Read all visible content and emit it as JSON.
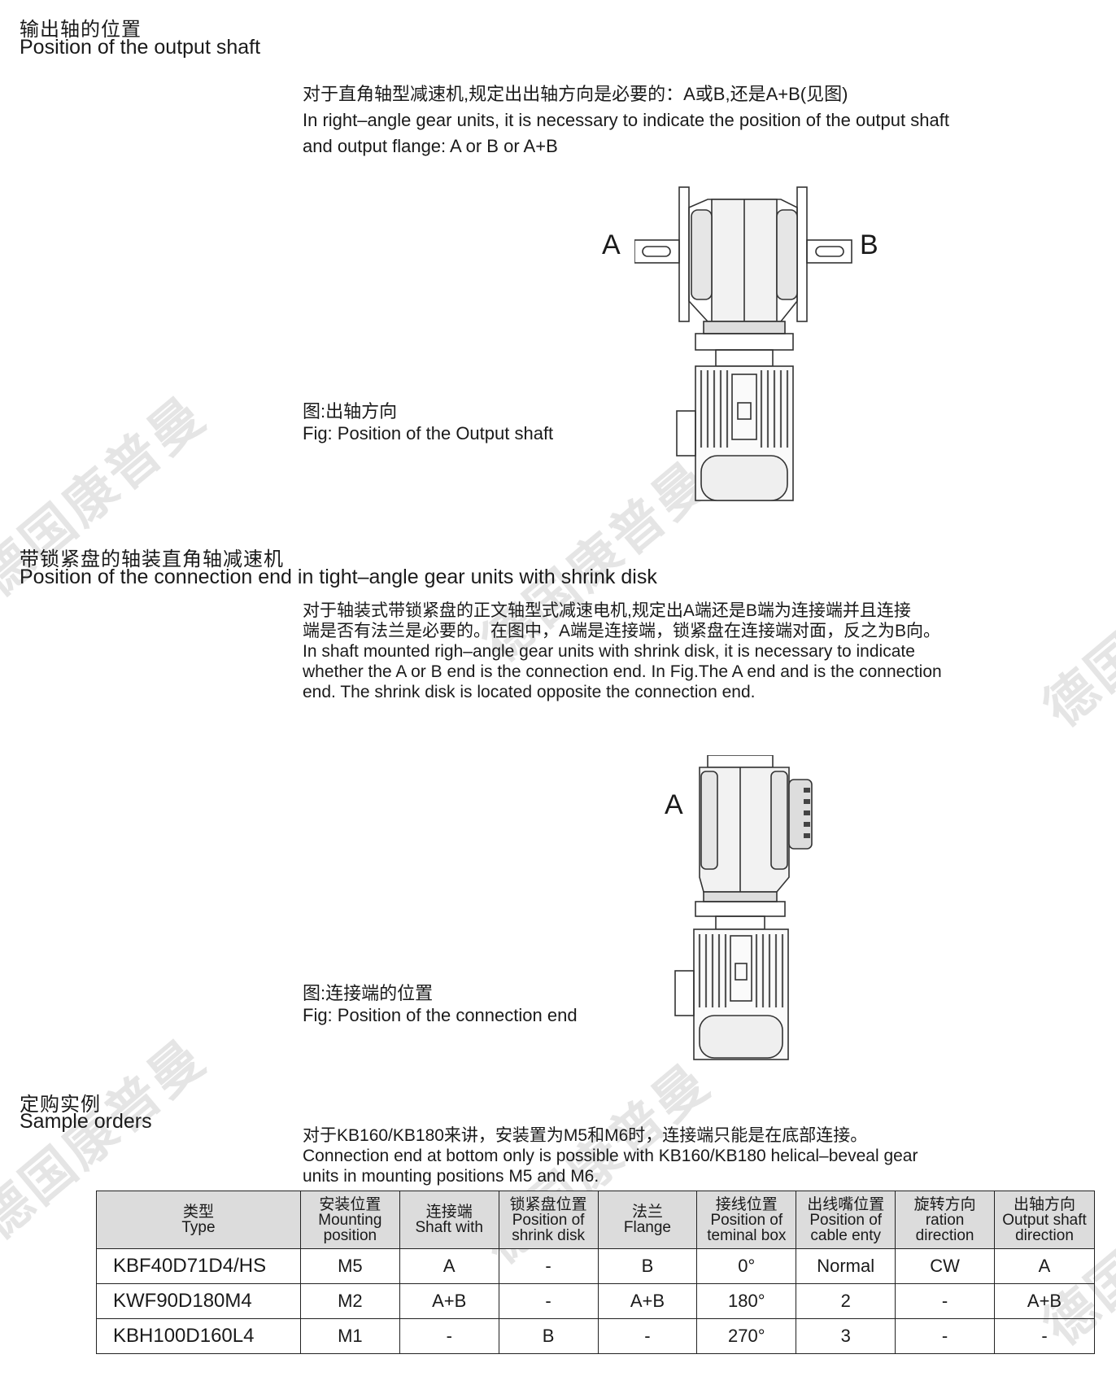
{
  "section1": {
    "title_cn": "输出轴的位置",
    "title_en": "Position of the output shaft",
    "para_cn": "对于直角轴型减速机,规定出出轴方向是必要的：A或B,还是A+B(见图)",
    "para_en_1": "In right–angle gear units, it is necessary to indicate the position of the output shaft",
    "para_en_2": "and output flange: A or B or A+B",
    "label_a": "A",
    "label_b": "B",
    "fig_cn": "图:出轴方向",
    "fig_en": "Fig: Position of the Output shaft"
  },
  "section2": {
    "title_cn": "带锁紧盘的轴装直角轴减速机",
    "title_en": "Position of the connection end in tight–angle gear units with shrink disk",
    "para_cn_1": "对于轴装式带锁紧盘的正文轴型式减速电机,规定出A端还是B端为连接端并且连接",
    "para_cn_2": "端是否有法兰是必要的。在图中，A端是连接端，锁紧盘在连接端对面，反之为B向。",
    "para_en_1": "In shaft mounted righ–angle gear units with shrink disk, it is necessary to indicate",
    "para_en_2": "whether the A or B end is the connection end. In Fig.The A end and is the connection",
    "para_en_3": "end. The shrink disk is located opposite the connection end.",
    "label_a": "A",
    "fig_cn": "图:连接端的位置",
    "fig_en": "Fig: Position of the connection end"
  },
  "section3": {
    "title_cn": "定购实例",
    "title_en": "Sample orders",
    "para_cn": "对于KB160/KB180来讲，安装置为M5和M6时，连接端只能是在底部连接。",
    "para_en_1": "Connection end at bottom only is possible with KB160/KB180 helical–beveal gear",
    "para_en_2": "units in mounting positions M5 and M6."
  },
  "table": {
    "headers": [
      {
        "cn": "类型",
        "en": "Type"
      },
      {
        "cn": "安装位置",
        "en": "Mounting position"
      },
      {
        "cn": "连接端",
        "en": "Shaft with"
      },
      {
        "cn": "锁紧盘位置",
        "en": "Position of shrink disk"
      },
      {
        "cn": "法兰",
        "en": "Flange"
      },
      {
        "cn": "接线位置",
        "en": "Position of teminal box"
      },
      {
        "cn": "出线嘴位置",
        "en": "Position of cable enty"
      },
      {
        "cn": "旋转方向",
        "en": "ration direction"
      },
      {
        "cn": "出轴方向",
        "en": "Output shaft direction"
      }
    ],
    "rows": [
      [
        "KBF40D71D4/HS",
        "M5",
        "A",
        "-",
        "B",
        "0°",
        "Normal",
        "CW",
        "A"
      ],
      [
        "KWF90D180M4",
        "M2",
        "A+B",
        "-",
        "A+B",
        "180°",
        "2",
        "-",
        "A+B"
      ],
      [
        "KBH100D160L4",
        "M1",
        "-",
        "B",
        "-",
        "270°",
        "3",
        "-",
        "-"
      ]
    ]
  },
  "watermark": "德国康普曼"
}
